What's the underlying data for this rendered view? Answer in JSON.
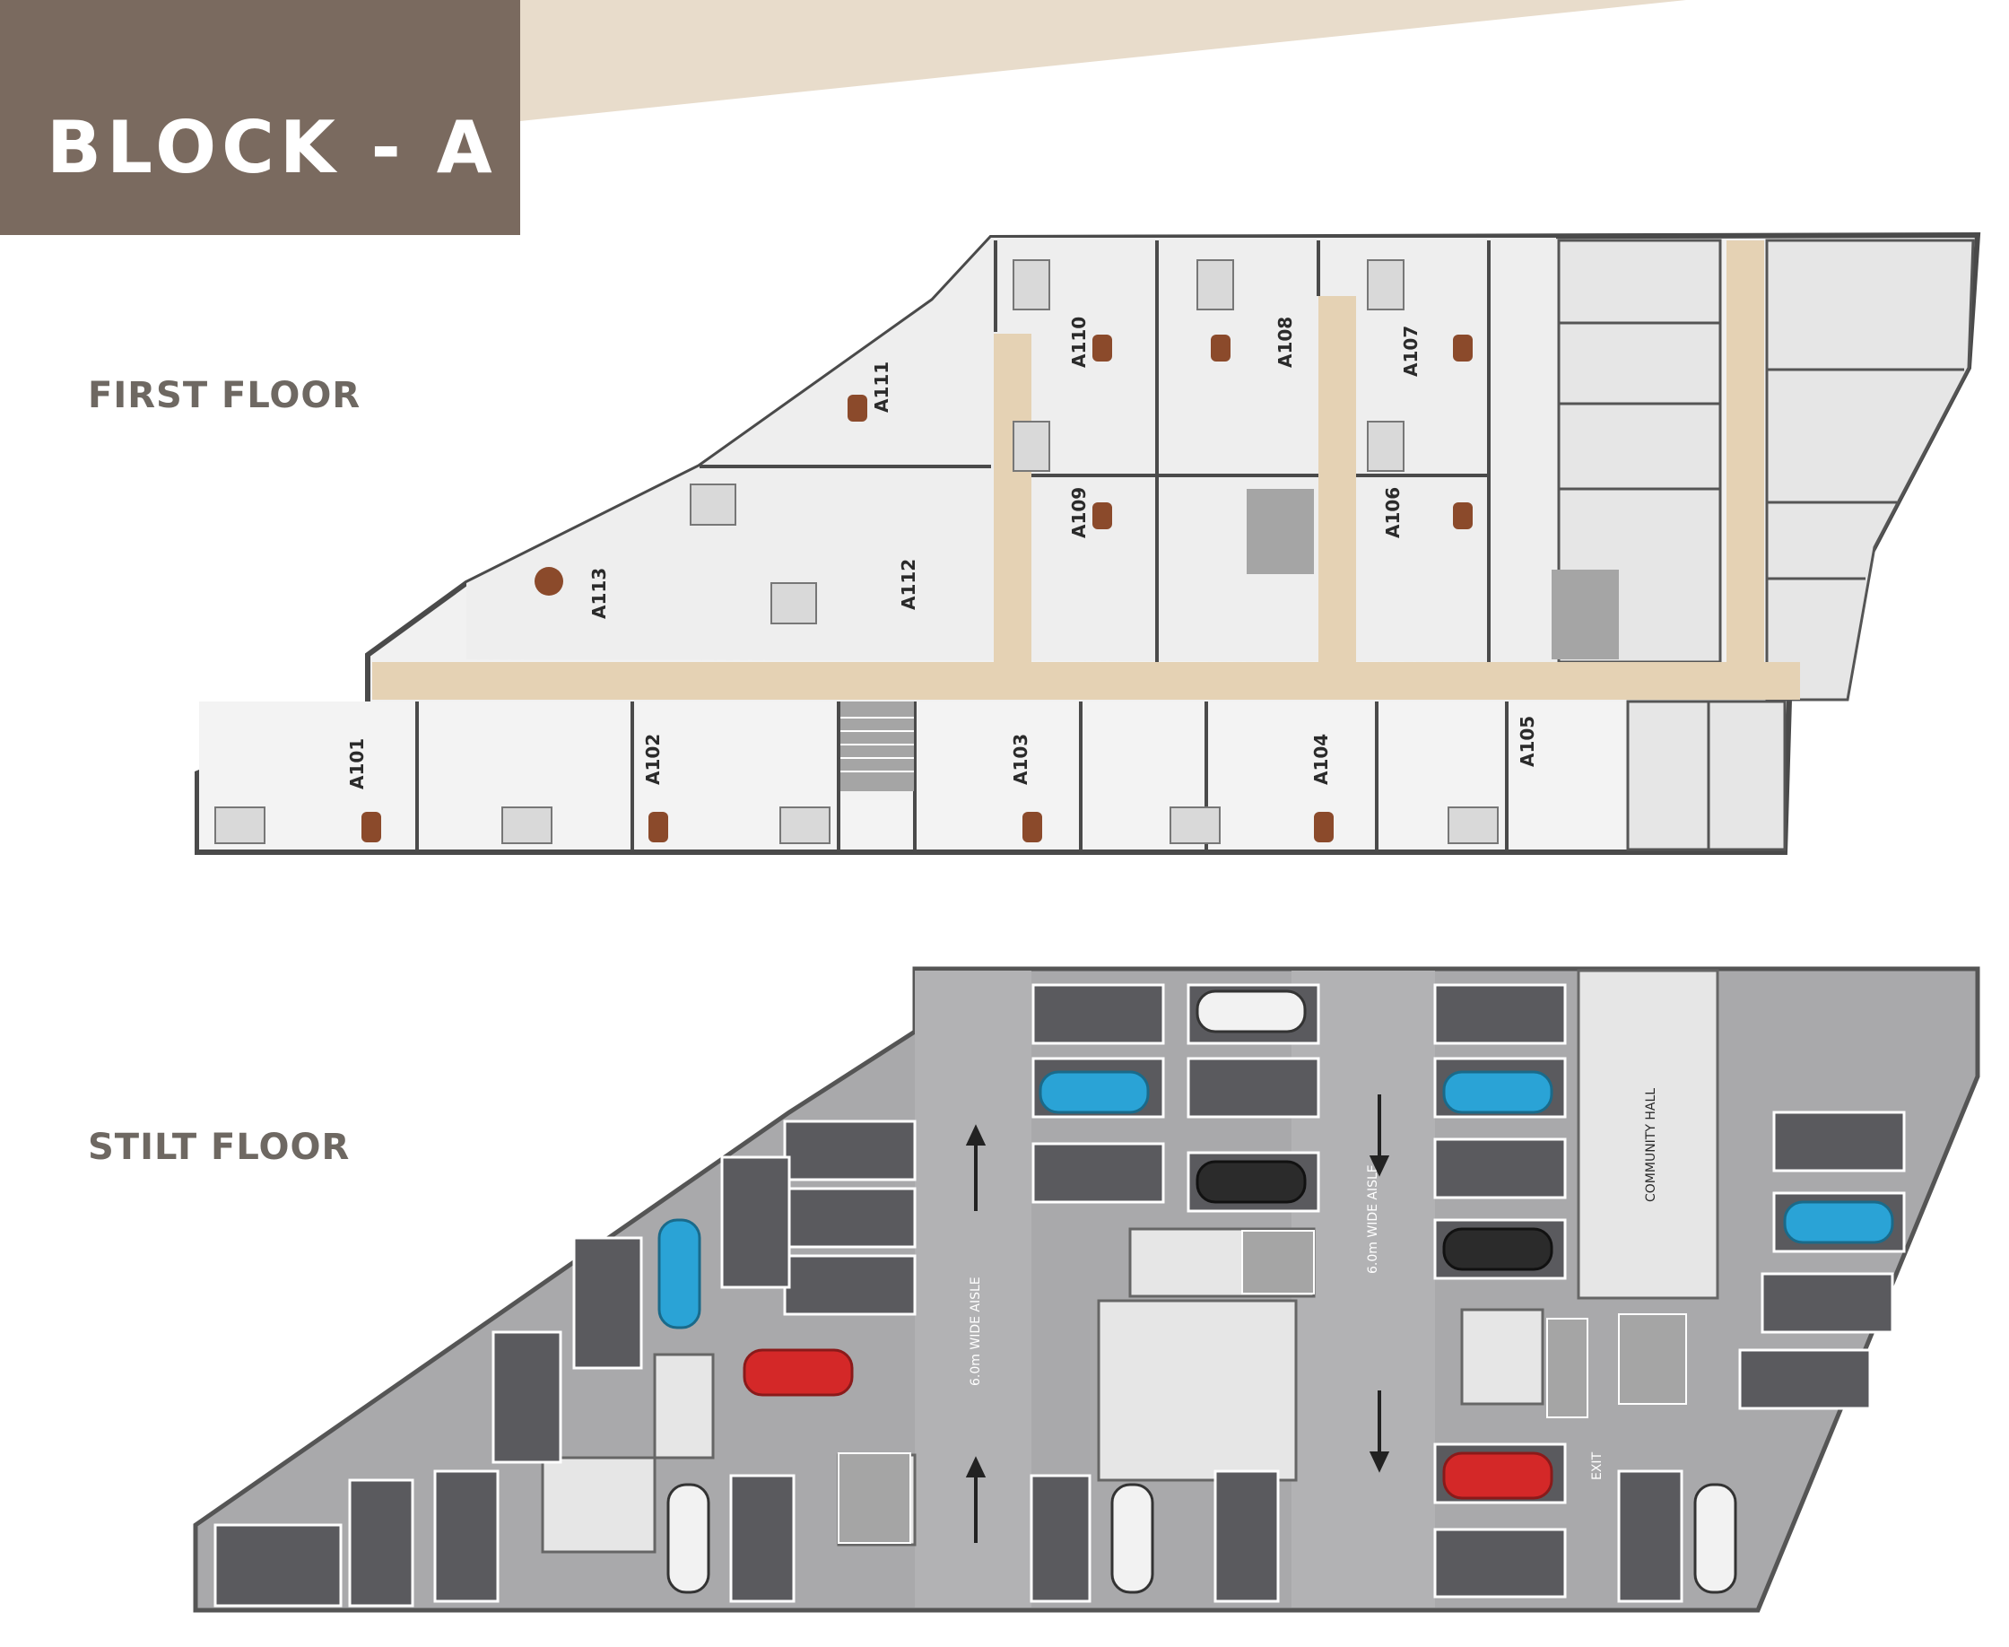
{
  "title": "BLOCK - A",
  "colors": {
    "banner": "#7a6a5f",
    "accent_band": "#e8dccb",
    "corridor": "#e5d2b4",
    "unit_floor": "#f1f1f1",
    "wall": "#4a4a4a",
    "commercial": "#e6e6e6",
    "parking_ground": "#a9a9ab",
    "parking_slot": "#5a5a5e",
    "car_blue": "#2aa3d6",
    "car_red": "#d42828",
    "car_white": "#f2f2f2",
    "car_black": "#2b2b2b"
  },
  "first_floor": {
    "label": "FIRST FLOOR",
    "units_upper": [
      "A111",
      "A110",
      "A109",
      "A107",
      "A113",
      "A112",
      "A108",
      "A106"
    ],
    "units_lower": [
      "A101",
      "A102",
      "A103",
      "A104",
      "A105"
    ]
  },
  "stilt_floor": {
    "label": "STILT FLOOR",
    "aisle_left": "6.0m WIDE AISLE",
    "aisle_right": "6.0m WIDE AISLE",
    "community_hall": "COMMUNITY HALL",
    "exit": "EXIT"
  }
}
